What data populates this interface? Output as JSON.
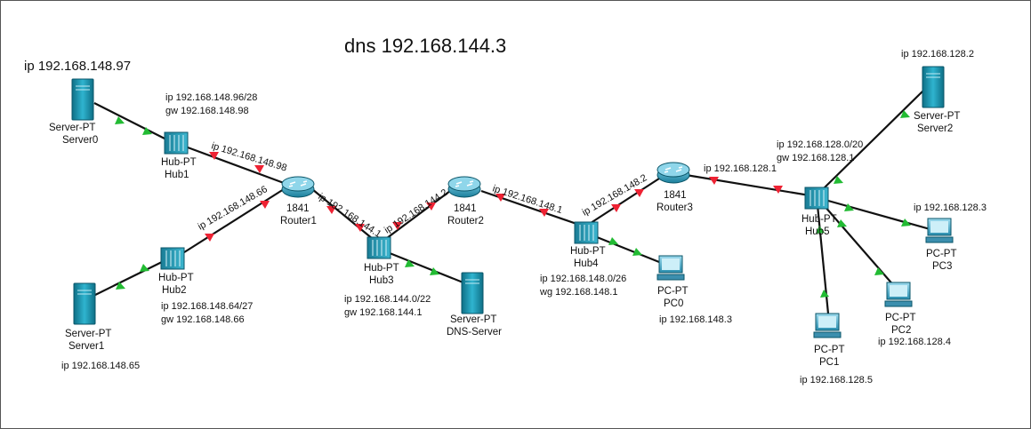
{
  "title": "dns 192.168.144.3",
  "server0_ip": "ip 192.168.148.97",
  "devices": {
    "server0": {
      "type": "Server-PT",
      "name": "Server0"
    },
    "server1": {
      "type": "Server-PT",
      "name": "Server1",
      "ip": "ip 192.168.148.65"
    },
    "server2": {
      "type": "Server-PT",
      "name": "Server2",
      "ip": "ip 192.168.128.2"
    },
    "dns_server": {
      "type": "Server-PT",
      "name": "DNS-Server"
    },
    "hub1": {
      "type": "Hub-PT",
      "name": "Hub1"
    },
    "hub2": {
      "type": "Hub-PT",
      "name": "Hub2"
    },
    "hub3": {
      "type": "Hub-PT",
      "name": "Hub3"
    },
    "hub4": {
      "type": "Hub-PT",
      "name": "Hub4"
    },
    "hub5": {
      "type": "Hub-PT",
      "name": "Hub5"
    },
    "router1": {
      "model": "1841",
      "name": "Router1"
    },
    "router2": {
      "model": "1841",
      "name": "Router2"
    },
    "router3": {
      "model": "1841",
      "name": "Router3"
    },
    "pc0": {
      "type": "PC-PT",
      "name": "PC0",
      "ip": "ip 192.168.148.3"
    },
    "pc1": {
      "type": "PC-PT",
      "name": "PC1",
      "ip": "ip 192.168.128.5"
    },
    "pc2": {
      "type": "PC-PT",
      "name": "PC2",
      "ip": "ip 192.168.128.4"
    },
    "pc3": {
      "type": "PC-PT",
      "name": "PC3",
      "ip": "ip 192.168.128.3"
    }
  },
  "networks": {
    "hub1": {
      "net": "ip 192.168.148.96/28",
      "gw": "gw 192.168.148.98"
    },
    "hub2": {
      "net": "ip 192.168.148.64/27",
      "gw": "gw 192.168.148.66"
    },
    "hub3": {
      "net": "ip 192.168.144.0/22",
      "gw": "gw 192.168.144.1"
    },
    "hub4": {
      "net": "ip 192.168.148.0/26",
      "gw": "wg 192.168.148.1"
    },
    "hub5": {
      "net": "ip 192.168.128.0/20",
      "gw": "gw 192.168.128.1"
    }
  },
  "interfaces": {
    "r1_hub1": "ip 192.168.148.98",
    "r1_hub2": "ip 192.168.148.66",
    "r1_hub3": "ip 192.168.144.1",
    "r2_hub3": "ip 192.168.144.2",
    "r2_hub4": "ip 192.168.148.1",
    "r3_hub4": "ip 192.168.148.2",
    "r3_hub5": "ip 192.168.128.1"
  },
  "colors": {
    "link": "#111111",
    "up": "#22bb33",
    "down": "#ee2233",
    "hub": "#2a9ab4",
    "server": "#1d8fa8",
    "router": "#3fa8c4"
  },
  "icons": {
    "server": "server-icon",
    "hub": "hub-icon",
    "router": "router-icon",
    "pc": "pc-icon"
  }
}
